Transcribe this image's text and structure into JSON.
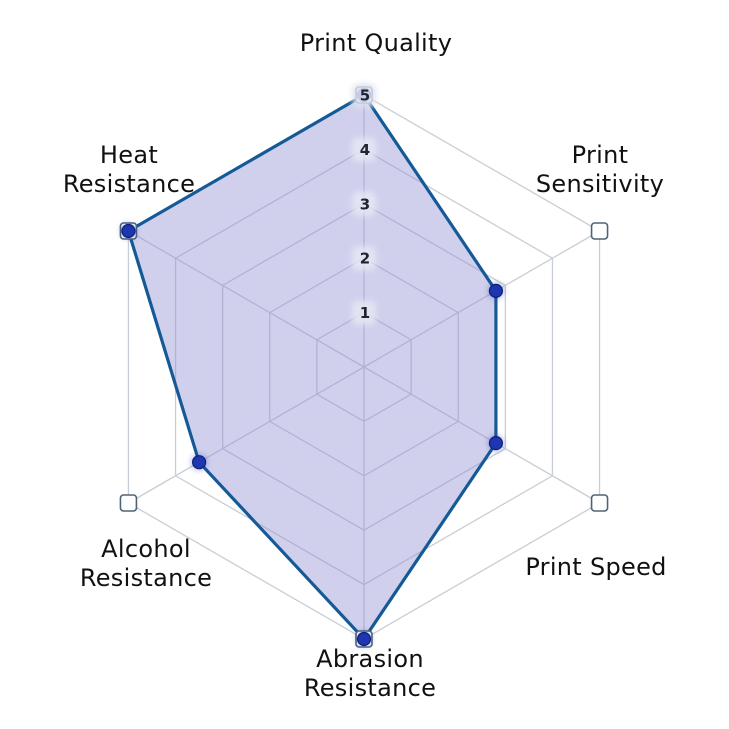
{
  "chart_data": {
    "type": "radar",
    "axes": [
      {
        "label": [
          "Print Quality"
        ]
      },
      {
        "label": [
          "Print",
          "Sensitivity"
        ]
      },
      {
        "label": [
          "Print Speed"
        ]
      },
      {
        "label": [
          "Abrasion",
          "Resistance"
        ]
      },
      {
        "label": [
          "Alcohol",
          "Resistance"
        ]
      },
      {
        "label": [
          "Heat",
          "Resistance"
        ]
      }
    ],
    "series": [
      {
        "values": [
          5,
          2.8,
          2.8,
          5,
          3.5,
          5
        ]
      }
    ],
    "rlim": [
      0,
      5
    ],
    "ticks": [
      "1",
      "2",
      "3",
      "4",
      "5"
    ],
    "grid": true,
    "legend": "none",
    "colors": {
      "fill": "#8f8fd4",
      "line": "#155a96",
      "point": "#1e36b0",
      "grid": "#c8ced6",
      "tick_bg": "#e6e8f3"
    }
  }
}
